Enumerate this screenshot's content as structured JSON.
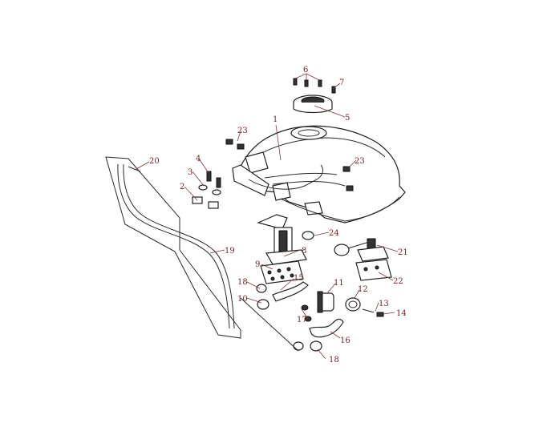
{
  "callouts": [
    {
      "id": "c1",
      "label": "1"
    },
    {
      "id": "c2",
      "label": "2"
    },
    {
      "id": "c3",
      "label": "3"
    },
    {
      "id": "c4",
      "label": "4"
    },
    {
      "id": "c5",
      "label": "5"
    },
    {
      "id": "c6",
      "label": "6"
    },
    {
      "id": "c7",
      "label": "7"
    },
    {
      "id": "c8",
      "label": "8"
    },
    {
      "id": "c9",
      "label": "9"
    },
    {
      "id": "c10",
      "label": "10"
    },
    {
      "id": "c11",
      "label": "11"
    },
    {
      "id": "c12",
      "label": "12"
    },
    {
      "id": "c13",
      "label": "13"
    },
    {
      "id": "c14",
      "label": "14"
    },
    {
      "id": "c15",
      "label": "15"
    },
    {
      "id": "c16",
      "label": "16"
    },
    {
      "id": "c17",
      "label": "17"
    },
    {
      "id": "c18a",
      "label": "18"
    },
    {
      "id": "c18b",
      "label": "18"
    },
    {
      "id": "c19",
      "label": "19"
    },
    {
      "id": "c20",
      "label": "20"
    },
    {
      "id": "c21",
      "label": "21"
    },
    {
      "id": "c22",
      "label": "22"
    },
    {
      "id": "c23a",
      "label": "23"
    },
    {
      "id": "c23b",
      "label": "23"
    },
    {
      "id": "c24",
      "label": "24"
    }
  ],
  "colors": {
    "callout_text": "#7a2222",
    "line": "#2a2a2a"
  }
}
